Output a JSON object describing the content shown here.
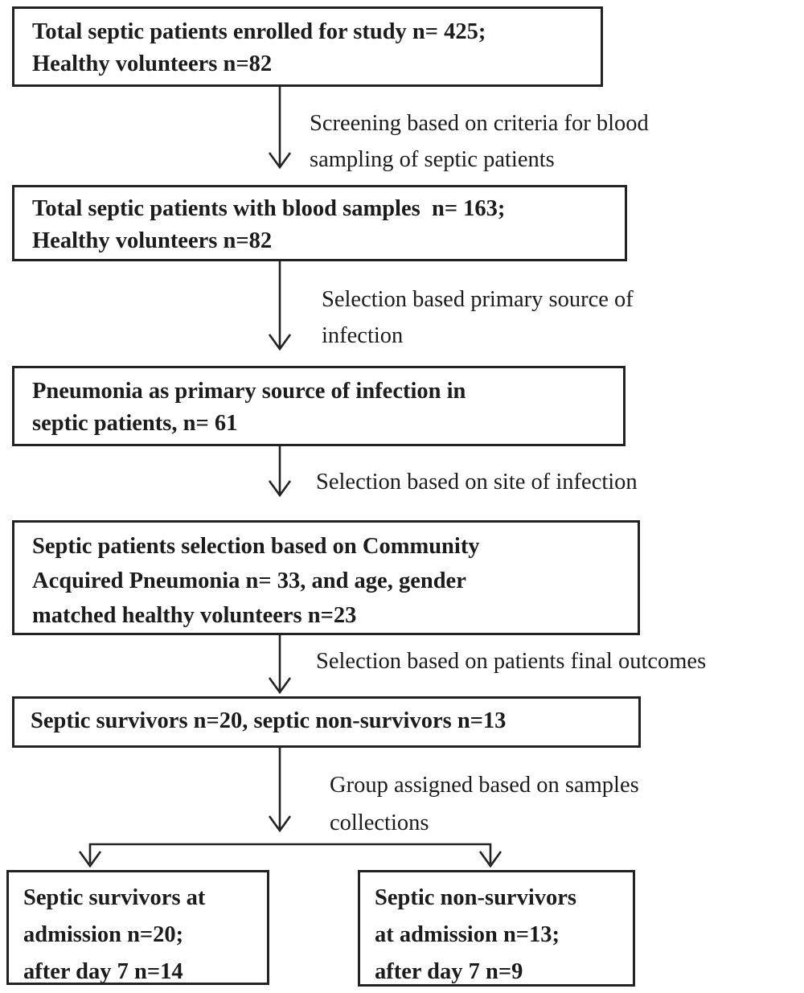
{
  "figure": {
    "type": "study-enrollment-flowchart",
    "background_color": "#ffffff",
    "line_color": "#222222",
    "text_color": "#1c1c1c"
  },
  "boxes": [
    {
      "name": "enrolled-patients",
      "lines": [
        "Total septic patients enrolled for study n= 425;",
        "Healthy volunteers n=82"
      ]
    },
    {
      "name": "blood-sample-patients",
      "lines": [
        "Total septic patients with blood samples  n= 163;",
        "Healthy volunteers n=82"
      ]
    },
    {
      "name": "pneumonia-patients",
      "lines": [
        "Pneumonia as primary source of infection in",
        "septic patients, n= 61"
      ]
    },
    {
      "name": "cap-selection",
      "lines": [
        "Septic patients selection based on Community",
        "Acquired Pneumonia n= 33, and age, gender",
        "matched healthy volunteers n=23"
      ]
    },
    {
      "name": "outcome-split",
      "lines": [
        "Septic survivors n=20, septic non-survivors n=13"
      ]
    },
    {
      "name": "survivors-group",
      "lines": [
        "Septic survivors at",
        "admission n=20;",
        "after day 7 n=14"
      ]
    },
    {
      "name": "non-survivors-group",
      "lines": [
        "Septic non-survivors",
        "at admission n=13;",
        "after day 7 n=9"
      ]
    }
  ],
  "arrow_labels": [
    {
      "lines": [
        "Screening based on criteria for blood",
        "sampling of septic patients"
      ]
    },
    {
      "lines": [
        "Selection based primary source of",
        "infection"
      ]
    },
    {
      "lines": [
        "Selection based on site of infection"
      ]
    },
    {
      "lines": [
        "Selection based on patients final outcomes"
      ]
    },
    {
      "lines": [
        "Group assigned based on samples",
        "collections"
      ]
    }
  ]
}
